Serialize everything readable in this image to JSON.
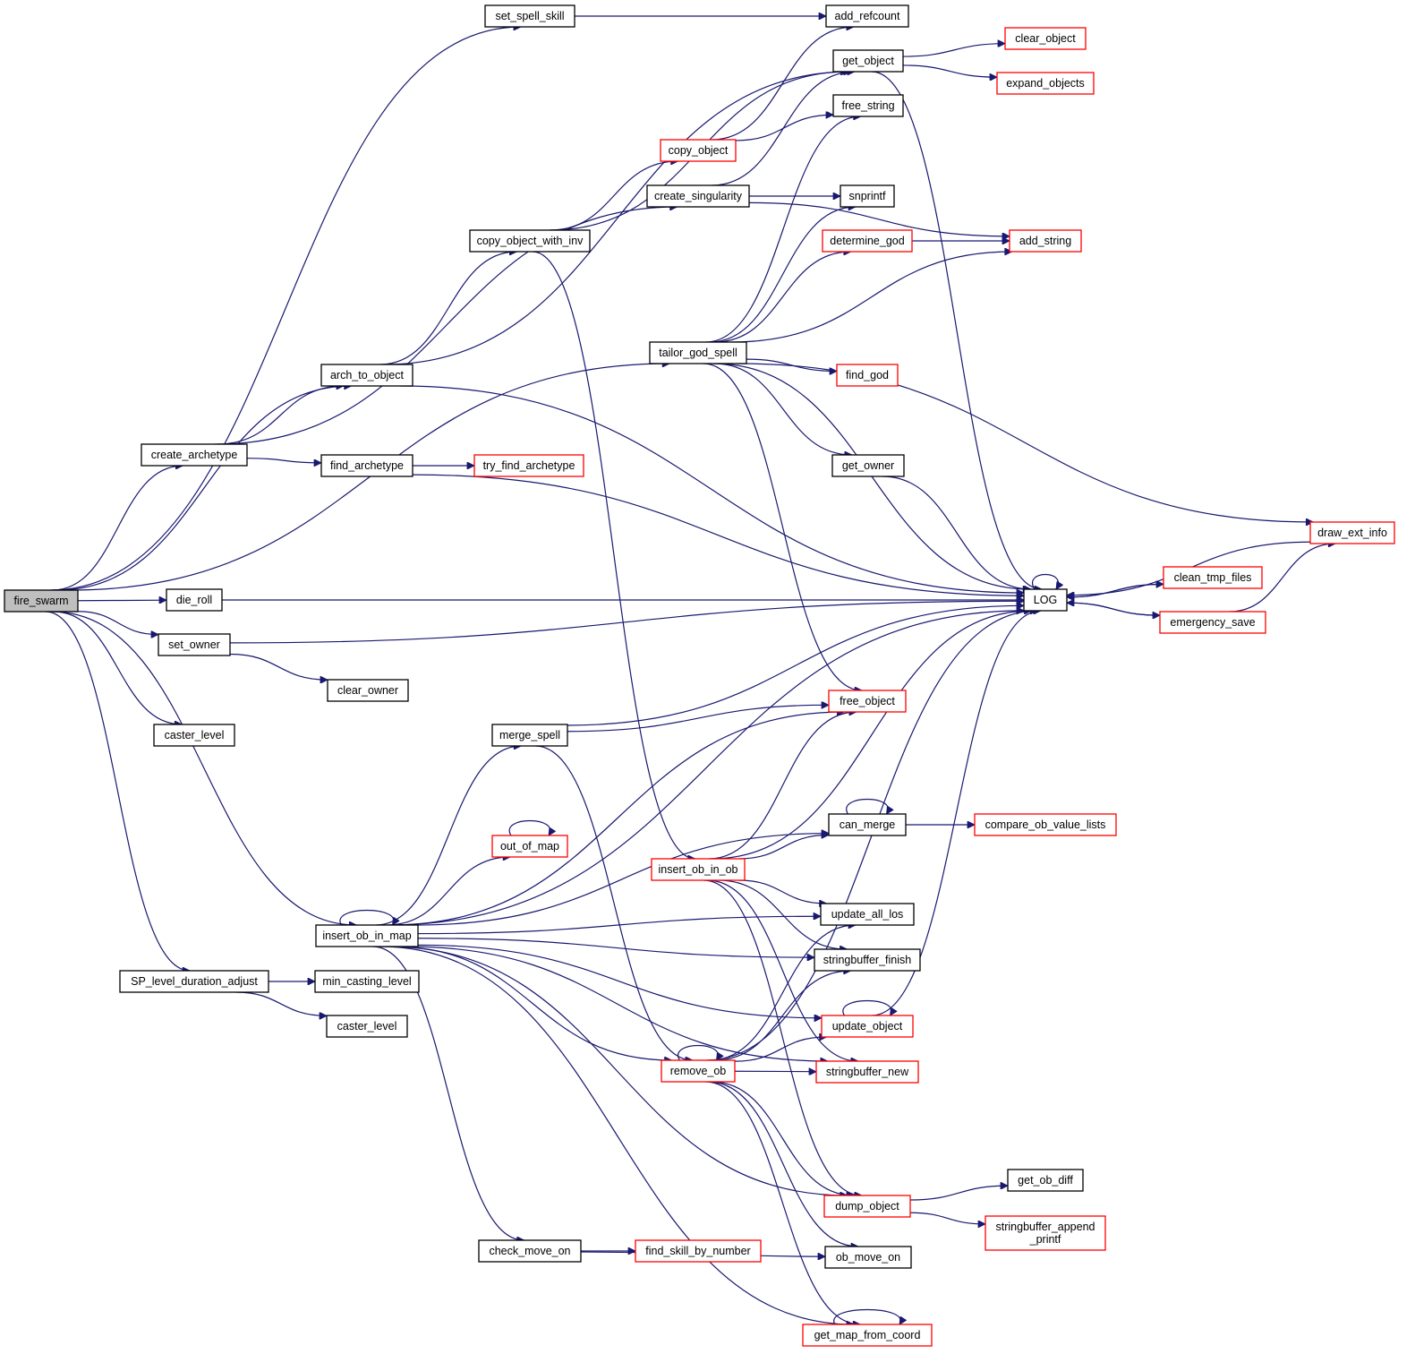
{
  "title": "fire_swarm call graph",
  "colors": {
    "edge": "#191970",
    "node_border": "#000000",
    "truncated_border": "#ff0000",
    "root_fill": "#bfbfbf"
  },
  "nodes": [
    {
      "id": "fire_swarm",
      "label": "fire_swarm",
      "style": "root"
    },
    {
      "id": "set_spell_skill",
      "label": "set_spell_skill",
      "style": "normal"
    },
    {
      "id": "add_refcount",
      "label": "add_refcount",
      "style": "normal"
    },
    {
      "id": "get_object",
      "label": "get_object",
      "style": "normal"
    },
    {
      "id": "clear_object",
      "label": "clear_object",
      "style": "red"
    },
    {
      "id": "expand_objects",
      "label": "expand_objects",
      "style": "red"
    },
    {
      "id": "free_string",
      "label": "free_string",
      "style": "normal"
    },
    {
      "id": "copy_object",
      "label": "copy_object",
      "style": "red"
    },
    {
      "id": "create_singularity",
      "label": "create_singularity",
      "style": "normal"
    },
    {
      "id": "snprintf",
      "label": "snprintf",
      "style": "normal"
    },
    {
      "id": "copy_object_with_inv",
      "label": "copy_object_with_inv",
      "style": "normal"
    },
    {
      "id": "determine_god",
      "label": "determine_god",
      "style": "red"
    },
    {
      "id": "add_string",
      "label": "add_string",
      "style": "red"
    },
    {
      "id": "tailor_god_spell",
      "label": "tailor_god_spell",
      "style": "normal"
    },
    {
      "id": "arch_to_object",
      "label": "arch_to_object",
      "style": "normal"
    },
    {
      "id": "find_god",
      "label": "find_god",
      "style": "red"
    },
    {
      "id": "create_archetype",
      "label": "create_archetype",
      "style": "normal"
    },
    {
      "id": "find_archetype",
      "label": "find_archetype",
      "style": "normal"
    },
    {
      "id": "try_find_archetype",
      "label": "try_find_archetype",
      "style": "red"
    },
    {
      "id": "get_owner",
      "label": "get_owner",
      "style": "normal"
    },
    {
      "id": "draw_ext_info",
      "label": "draw_ext_info",
      "style": "red"
    },
    {
      "id": "clean_tmp_files",
      "label": "clean_tmp_files",
      "style": "red"
    },
    {
      "id": "LOG",
      "label": "LOG",
      "style": "normal"
    },
    {
      "id": "die_roll",
      "label": "die_roll",
      "style": "normal"
    },
    {
      "id": "emergency_save",
      "label": "emergency_save",
      "style": "red"
    },
    {
      "id": "set_owner",
      "label": "set_owner",
      "style": "normal"
    },
    {
      "id": "clear_owner",
      "label": "clear_owner",
      "style": "normal"
    },
    {
      "id": "free_object",
      "label": "free_object",
      "style": "red"
    },
    {
      "id": "caster_level_1",
      "label": "caster_level",
      "style": "normal"
    },
    {
      "id": "merge_spell",
      "label": "merge_spell",
      "style": "normal"
    },
    {
      "id": "can_merge",
      "label": "can_merge",
      "style": "normal"
    },
    {
      "id": "compare_ob_value_lists",
      "label": "compare_ob_value_lists",
      "style": "red"
    },
    {
      "id": "out_of_map",
      "label": "out_of_map",
      "style": "red"
    },
    {
      "id": "insert_ob_in_ob",
      "label": "insert_ob_in_ob",
      "style": "red"
    },
    {
      "id": "update_all_los",
      "label": "update_all_los",
      "style": "normal"
    },
    {
      "id": "insert_ob_in_map",
      "label": "insert_ob_in_map",
      "style": "normal"
    },
    {
      "id": "stringbuffer_finish",
      "label": "stringbuffer_finish",
      "style": "normal"
    },
    {
      "id": "SP_level_duration_adjust",
      "label": "SP_level_duration_adjust",
      "style": "normal"
    },
    {
      "id": "min_casting_level",
      "label": "min_casting_level",
      "style": "normal"
    },
    {
      "id": "update_object",
      "label": "update_object",
      "style": "red"
    },
    {
      "id": "caster_level_2",
      "label": "caster_level",
      "style": "normal"
    },
    {
      "id": "remove_ob",
      "label": "remove_ob",
      "style": "red"
    },
    {
      "id": "stringbuffer_new",
      "label": "stringbuffer_new",
      "style": "red"
    },
    {
      "id": "get_ob_diff",
      "label": "get_ob_diff",
      "style": "normal"
    },
    {
      "id": "dump_object",
      "label": "dump_object",
      "style": "red"
    },
    {
      "id": "stringbuffer_append_printf",
      "label": "stringbuffer_append\n_printf",
      "style": "red"
    },
    {
      "id": "check_move_on",
      "label": "check_move_on",
      "style": "normal"
    },
    {
      "id": "find_skill_by_number",
      "label": "find_skill_by_number",
      "style": "red"
    },
    {
      "id": "ob_move_on",
      "label": "ob_move_on",
      "style": "normal"
    },
    {
      "id": "get_map_from_coord",
      "label": "get_map_from_coord",
      "style": "red"
    }
  ],
  "edges": [
    [
      "fire_swarm",
      "set_spell_skill"
    ],
    [
      "fire_swarm",
      "arch_to_object"
    ],
    [
      "fire_swarm",
      "create_archetype"
    ],
    [
      "fire_swarm",
      "tailor_god_spell"
    ],
    [
      "fire_swarm",
      "die_roll"
    ],
    [
      "fire_swarm",
      "set_owner"
    ],
    [
      "fire_swarm",
      "caster_level_1"
    ],
    [
      "fire_swarm",
      "insert_ob_in_map"
    ],
    [
      "fire_swarm",
      "SP_level_duration_adjust"
    ],
    [
      "set_spell_skill",
      "add_refcount"
    ],
    [
      "get_object",
      "clear_object"
    ],
    [
      "get_object",
      "expand_objects"
    ],
    [
      "get_object",
      "LOG"
    ],
    [
      "copy_object",
      "add_refcount"
    ],
    [
      "copy_object",
      "free_string"
    ],
    [
      "create_singularity",
      "get_object"
    ],
    [
      "create_singularity",
      "snprintf"
    ],
    [
      "create_singularity",
      "add_string"
    ],
    [
      "copy_object_with_inv",
      "get_object"
    ],
    [
      "copy_object_with_inv",
      "copy_object"
    ],
    [
      "copy_object_with_inv",
      "insert_ob_in_ob"
    ],
    [
      "determine_god",
      "add_string"
    ],
    [
      "tailor_god_spell",
      "free_string"
    ],
    [
      "tailor_god_spell",
      "snprintf"
    ],
    [
      "tailor_god_spell",
      "determine_god"
    ],
    [
      "tailor_god_spell",
      "add_string"
    ],
    [
      "tailor_god_spell",
      "find_god"
    ],
    [
      "tailor_god_spell",
      "draw_ext_info"
    ],
    [
      "tailor_god_spell",
      "get_owner"
    ],
    [
      "tailor_god_spell",
      "LOG"
    ],
    [
      "tailor_god_spell",
      "free_object"
    ],
    [
      "arch_to_object",
      "get_object"
    ],
    [
      "arch_to_object",
      "copy_object_with_inv"
    ],
    [
      "arch_to_object",
      "LOG"
    ],
    [
      "create_archetype",
      "arch_to_object"
    ],
    [
      "create_archetype",
      "find_archetype"
    ],
    [
      "create_archetype",
      "create_singularity"
    ],
    [
      "find_archetype",
      "try_find_archetype"
    ],
    [
      "find_archetype",
      "LOG"
    ],
    [
      "get_owner",
      "LOG"
    ],
    [
      "draw_ext_info",
      "LOG"
    ],
    [
      "clean_tmp_files",
      "LOG"
    ],
    [
      "LOG",
      "LOG"
    ],
    [
      "LOG",
      "clean_tmp_files"
    ],
    [
      "LOG",
      "emergency_save"
    ],
    [
      "emergency_save",
      "LOG"
    ],
    [
      "emergency_save",
      "draw_ext_info"
    ],
    [
      "die_roll",
      "LOG"
    ],
    [
      "set_owner",
      "LOG"
    ],
    [
      "set_owner",
      "clear_owner"
    ],
    [
      "merge_spell",
      "free_object"
    ],
    [
      "merge_spell",
      "LOG"
    ],
    [
      "merge_spell",
      "remove_ob"
    ],
    [
      "can_merge",
      "can_merge"
    ],
    [
      "can_merge",
      "compare_ob_value_lists"
    ],
    [
      "out_of_map",
      "out_of_map"
    ],
    [
      "insert_ob_in_ob",
      "free_object"
    ],
    [
      "insert_ob_in_ob",
      "can_merge"
    ],
    [
      "insert_ob_in_ob",
      "LOG"
    ],
    [
      "insert_ob_in_ob",
      "update_all_los"
    ],
    [
      "insert_ob_in_ob",
      "stringbuffer_finish"
    ],
    [
      "insert_ob_in_ob",
      "stringbuffer_new"
    ],
    [
      "insert_ob_in_ob",
      "dump_object"
    ],
    [
      "insert_ob_in_map",
      "insert_ob_in_map"
    ],
    [
      "insert_ob_in_map",
      "free_object"
    ],
    [
      "insert_ob_in_map",
      "merge_spell"
    ],
    [
      "insert_ob_in_map",
      "update_object"
    ],
    [
      "insert_ob_in_map",
      "out_of_map"
    ],
    [
      "insert_ob_in_map",
      "can_merge"
    ],
    [
      "insert_ob_in_map",
      "update_all_los"
    ],
    [
      "insert_ob_in_map",
      "stringbuffer_finish"
    ],
    [
      "insert_ob_in_map",
      "remove_ob"
    ],
    [
      "insert_ob_in_map",
      "stringbuffer_new"
    ],
    [
      "insert_ob_in_map",
      "LOG"
    ],
    [
      "insert_ob_in_map",
      "dump_object"
    ],
    [
      "insert_ob_in_map",
      "check_move_on"
    ],
    [
      "insert_ob_in_map",
      "get_map_from_coord"
    ],
    [
      "SP_level_duration_adjust",
      "min_casting_level"
    ],
    [
      "SP_level_duration_adjust",
      "caster_level_2"
    ],
    [
      "update_object",
      "update_object"
    ],
    [
      "update_object",
      "LOG"
    ],
    [
      "remove_ob",
      "remove_ob"
    ],
    [
      "remove_ob",
      "update_all_los"
    ],
    [
      "remove_ob",
      "stringbuffer_finish"
    ],
    [
      "remove_ob",
      "update_object"
    ],
    [
      "remove_ob",
      "stringbuffer_new"
    ],
    [
      "remove_ob",
      "LOG"
    ],
    [
      "remove_ob",
      "dump_object"
    ],
    [
      "remove_ob",
      "ob_move_on"
    ],
    [
      "remove_ob",
      "get_map_from_coord"
    ],
    [
      "dump_object",
      "get_ob_diff"
    ],
    [
      "dump_object",
      "stringbuffer_append_printf"
    ],
    [
      "check_move_on",
      "find_skill_by_number"
    ],
    [
      "check_move_on",
      "ob_move_on"
    ],
    [
      "get_map_from_coord",
      "get_map_from_coord"
    ]
  ]
}
